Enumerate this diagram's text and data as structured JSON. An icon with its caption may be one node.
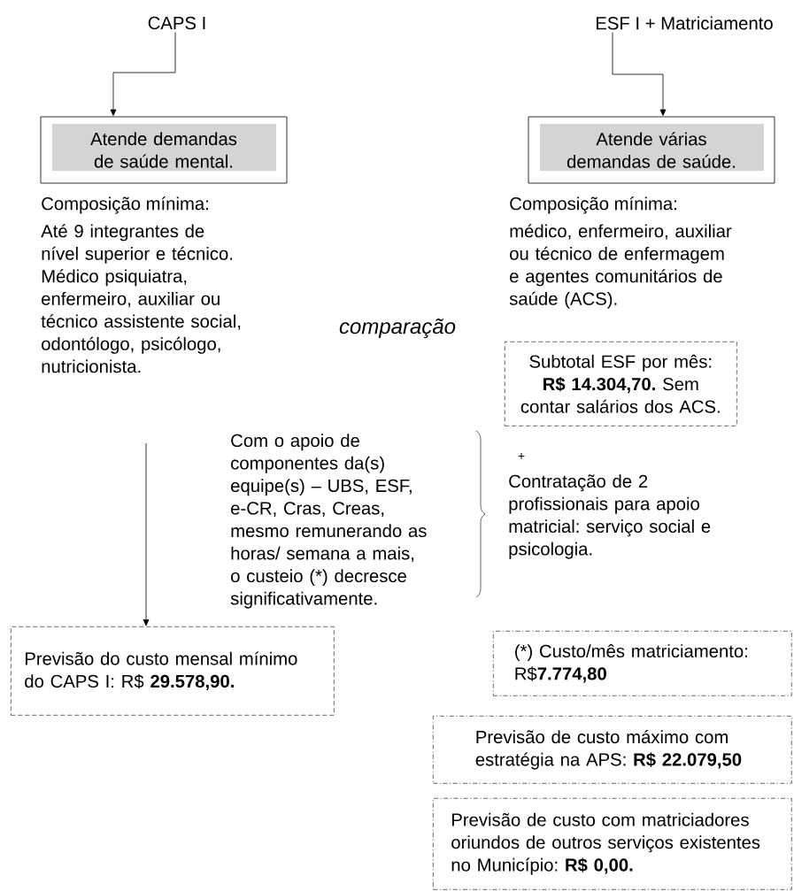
{
  "diagram": {
    "nodes": [
      {
        "text": [
          "CAPS I"
        ]
      },
      {
        "text": [
          "ESF I + Matriciamento"
        ]
      },
      {
        "text": [
          "Atende demandas de saúde mental."
        ]
      },
      {
        "text": [
          "Atende várias demandas de saúde."
        ]
      },
      {
        "text": [
          "Previsão do custo mensal mínimo do CAPS I: R$ **29.578,90.**"
        ]
      },
      {
        "text": [
          "Subtotal ESF por mês: **R$ 14.304,70.** Sem contar salários dos ACS."
        ]
      },
      {
        "text": [
          "(*) Custo/mês matriciamento: R$**7.774,80**"
        ]
      },
      {
        "text": [
          "Previsão de custo máximo com estratégia na APS: **R$ 22.079,50**"
        ]
      },
      {
        "text": [
          "Previsão de custo com matriciadores oriundos de outros serviços existentes no Município: **R$ 0,00.**"
        ]
      }
    ],
    "edges": [
      {
        "from": 0,
        "to": 2,
        "arrow": "to"
      },
      {
        "from": 1,
        "to": 3,
        "arrow": "to"
      },
      {
        "from": null,
        "to": 4,
        "arrow": "to"
      }
    ],
    "labels": [
      "Composição mínima:",
      "Até 9 integrantes de nível superior e técnico. Médico psiquiatra, enfermeiro, auxiliar ou técnico assistente social, odontólogo, psicólogo, nutricionista.",
      "Composição mínima:",
      "médico, enfermeiro, auxiliar ou técnico de enfermagem e agentes comunitários de saúde (ACS).",
      "comparação",
      "Com o apoio de componentes da(s) equipe(s) – UBS, ESF, e-CR, Cras, Creas, mesmo remunerando as horas/ semana a mais, o custeio (*) decresce significativamente.",
      "+",
      "Contratação de 2 profissionais para apoio matricial: serviço social e psicologia."
    ]
  }
}
